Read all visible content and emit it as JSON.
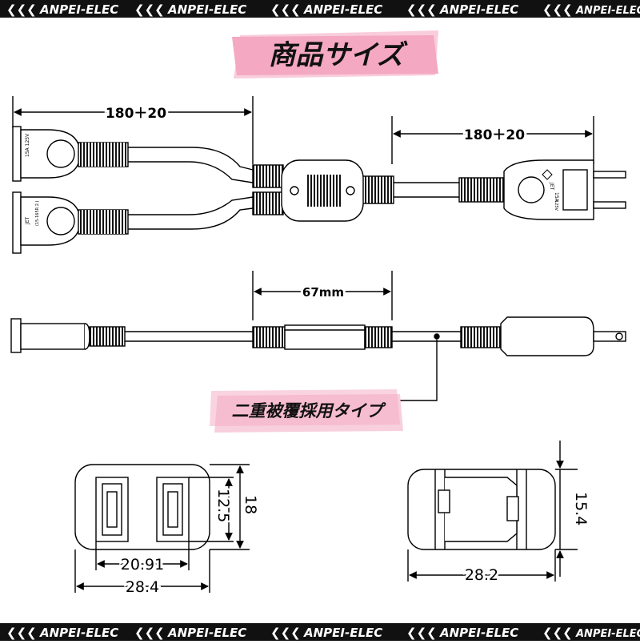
{
  "brand": {
    "name": "ANPEI-ELEC",
    "chevrons": "❮❮❮",
    "bar_color": "#111111",
    "text_color": "#ffffff"
  },
  "title": {
    "text": "商品サイズ",
    "bg_color": "#f6b8cc"
  },
  "dimensions": {
    "left_cord": "180＋20",
    "right_cord": "180＋20",
    "junction_length": "67mm",
    "outlet_width": "28.4",
    "outlet_slot_span": "20.91",
    "outlet_height": "18",
    "outlet_slot_height": "12.5",
    "plug_width": "28.2",
    "plug_height": "15.4"
  },
  "labels": {
    "double_insulation": "二重被覆採用タイプ",
    "outlet_rating": "15A 125V",
    "outlet_rating_2": "(15-165R 2.)",
    "jet_mark": "JET",
    "plug_rating": "15A",
    "plug_rating_2": "125V"
  }
}
